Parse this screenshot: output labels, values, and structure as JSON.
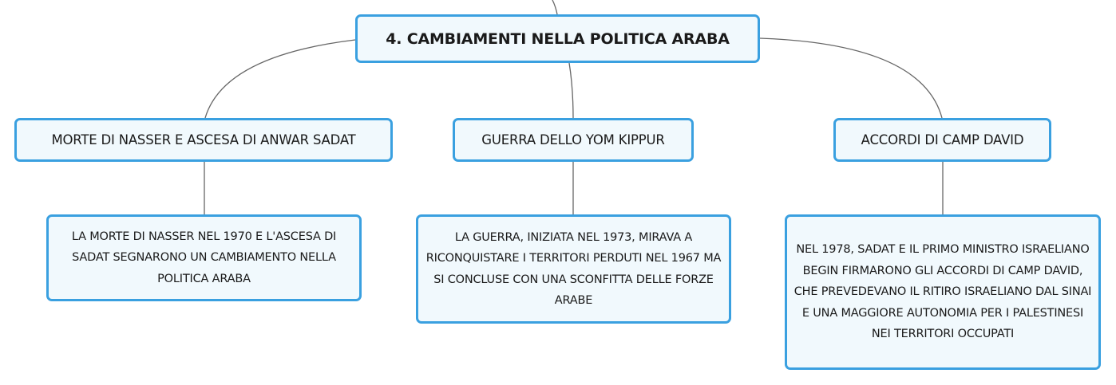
{
  "root": {
    "label": "4. CAMBIAMENTI NELLA POLITICA ARABA"
  },
  "branches": [
    {
      "label": "MORTE DI NASSER E ASCESA DI ANWAR SADAT",
      "detail": "LA MORTE DI NASSER NEL 1970 E L'ASCESA DI SADAT SEGNARONO UN CAMBIAMENTO NELLA POLITICA ARABA"
    },
    {
      "label": "GUERRA DELLO YOM KIPPUR",
      "detail": "LA GUERRA, INIZIATA NEL 1973, MIRAVA A RICONQUISTARE I TERRITORI PERDUTI NEL 1967 MA SI CONCLUSE CON UNA SCONFITTA DELLE FORZE ARABE"
    },
    {
      "label": "ACCORDI DI CAMP DAVID",
      "detail": "NEL 1978, SADAT E IL PRIMO MINISTRO ISRAELIANO BEGIN FIRMARONO GLI ACCORDI DI CAMP DAVID, CHE PREVEDEVANO IL RITIRO ISRAELIANO DAL SINAI E UNA MAGGIORE AUTONOMIA PER I PALESTINESI NEI TERRITORI OCCUPATI"
    }
  ],
  "colors": {
    "node_border": "#3aa0e0",
    "node_fill": "#f1f9fd",
    "connector": "#666666"
  }
}
